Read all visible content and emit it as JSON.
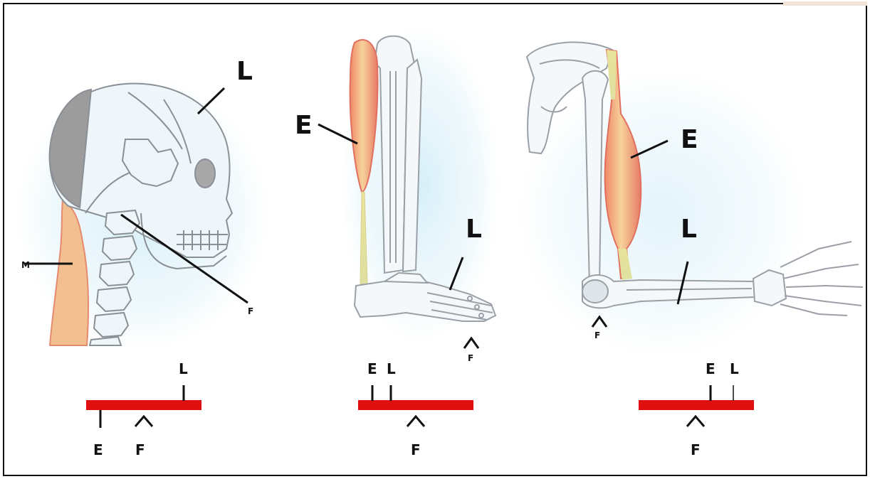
{
  "panels": [
    {
      "id": "head",
      "labels": {
        "load": "L",
        "muscle": "M",
        "fulcrum": "F"
      },
      "lever": {
        "load": "L",
        "effort": "E",
        "fulcrum": "F"
      }
    },
    {
      "id": "foot",
      "labels": {
        "effort": "E",
        "load": "L",
        "fulcrum": "F"
      },
      "lever": {
        "effort": "E",
        "load": "L",
        "fulcrum": "F"
      }
    },
    {
      "id": "arm",
      "labels": {
        "effort": "E",
        "load": "L",
        "fulcrum": "F"
      },
      "lever": {
        "effort": "E",
        "load": "L",
        "fulcrum": "F"
      }
    }
  ],
  "colors": {
    "lever_bar": "#e01010",
    "muscle": "#f0b080",
    "muscle_edge": "#e07060",
    "bone_stroke": "#9aa0a6",
    "glow": "#d8f0f8",
    "skull_shade": "#9c9c9c"
  }
}
